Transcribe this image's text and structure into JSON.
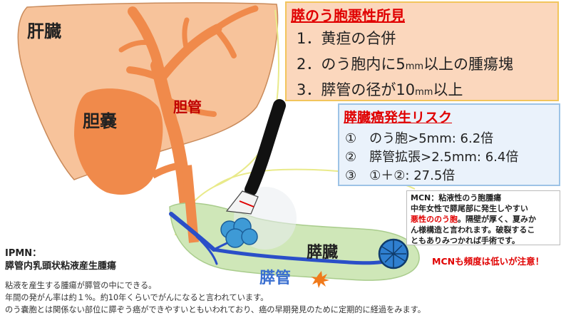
{
  "labels": {
    "liver": "肝臓",
    "gallbladder": "胆嚢",
    "bile_duct": "胆管",
    "pancreas": "膵臓",
    "pancreatic_duct": "膵管"
  },
  "malignancy_box": {
    "title": "膵のう胞悪性所見",
    "items": [
      {
        "prefix": "1．黄疸の合併",
        "unit": "",
        "suffix": ""
      },
      {
        "prefix": "2．のう胞内に5",
        "unit": "mm",
        "suffix": "以上の腫瘍塊"
      },
      {
        "prefix": "3．膵管の径が10",
        "unit": "mm",
        "suffix": "以上"
      }
    ]
  },
  "risk_box": {
    "title": "膵臓癌発生リスク",
    "items": [
      "①　のう胞>5mm: 6.2倍",
      "②　膵管拡張>2.5mm: 6.4倍",
      "③　①＋②: 27.5倍"
    ]
  },
  "mcn_box": {
    "line1": "MCN：粘液性のう胞腫瘍",
    "line2": "中年女性で膵尾部に発生しやすい",
    "line3_red": "悪性ののう胞",
    "line3_rest": "。隔壁が厚く、夏みか",
    "line4": "ん様構造と言われます。破裂するこ",
    "line5": "ともありみつかれば手術です。"
  },
  "mcn_warning": "MCNも頻度は低いが注意！",
  "ipmn": {
    "title_line1": "IPMN：",
    "title_line2": "膵管内乳頭状粘液産生腫瘍",
    "desc": [
      "粘液を産生する腫瘍が膵管の中にできる。",
      "年間の発がん率は約１%。約10年くらいでがんになると言われています。",
      "のう嚢胞とは関係ない部位に膵ぞう癌ができやすいともいわれており、癌の早期発見のために定期的に経過をみます。"
    ]
  },
  "colors": {
    "organ_orange": "#f08a4b",
    "liver_fill": "#f7c39b",
    "pancreas_green": "#cfe7b8",
    "duct_blue": "#2a4fc8",
    "cyst_blue": "#3e9ad6",
    "alert_red": "#e00000"
  }
}
